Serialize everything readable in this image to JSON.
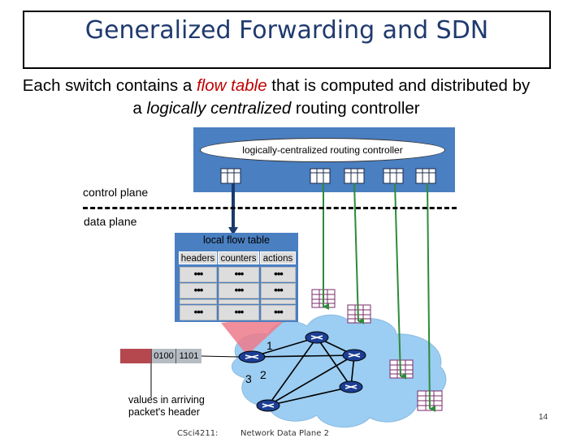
{
  "title": "Generalized Forwarding and SDN",
  "subtitle": {
    "part1": "Each switch contains a ",
    "part2": "flow table",
    "part3": " that is computed and distributed by a ",
    "part4": "logically centralized",
    "part5": " routing controller"
  },
  "controller_label": "logically-centralized routing controller",
  "control_plane_label": "control plane",
  "data_plane_label": "data plane",
  "flow_table": {
    "title": "local flow table",
    "headers": [
      "headers",
      "counters",
      "actions"
    ],
    "rows": [
      [
        "•••",
        "•••",
        "•••"
      ],
      [
        "•••",
        "•••",
        "•••"
      ],
      [
        "",
        "",
        ""
      ],
      [
        "•••",
        "•••",
        "•••"
      ]
    ]
  },
  "packet": {
    "field1": "0100",
    "field2": "1101"
  },
  "ports": {
    "p1": "1",
    "p2": "2",
    "p3": "3"
  },
  "values_label": {
    "line1": "values in arriving",
    "line2": "packet's header"
  },
  "page_number": "14",
  "footer": {
    "course": "CSci4211:",
    "topic": "Network Data Plane 2"
  },
  "colors": {
    "title": "#1f3a6e",
    "controller": "#4a7fc1",
    "cloud": "#9ccdf2",
    "arrow": "#2e8b3a",
    "packet_red": "#b5484f"
  }
}
